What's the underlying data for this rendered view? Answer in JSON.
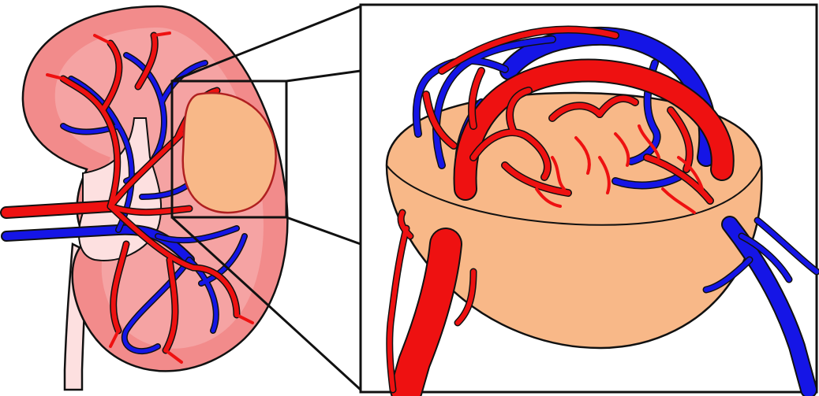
{
  "diagram": {
    "subject": "kidney-tumor-vasculature",
    "panels": [
      "kidney-overview",
      "tumor-closeup"
    ],
    "colors": {
      "kidney_cortex": "#f28b8b",
      "kidney_medulla": "#f8b3b3",
      "pelvis": "#fde0e0",
      "ureter": "#fde0e0",
      "tumor_fill": "#f8b888",
      "tumor_outline": "#b02020",
      "artery": "#ee1111",
      "vein": "#1515e6",
      "outline": "#111111",
      "background": "#ffffff"
    },
    "icons": [
      "kidney-icon",
      "tumor-icon",
      "artery-icon",
      "vein-icon",
      "zoom-box-icon"
    ]
  }
}
